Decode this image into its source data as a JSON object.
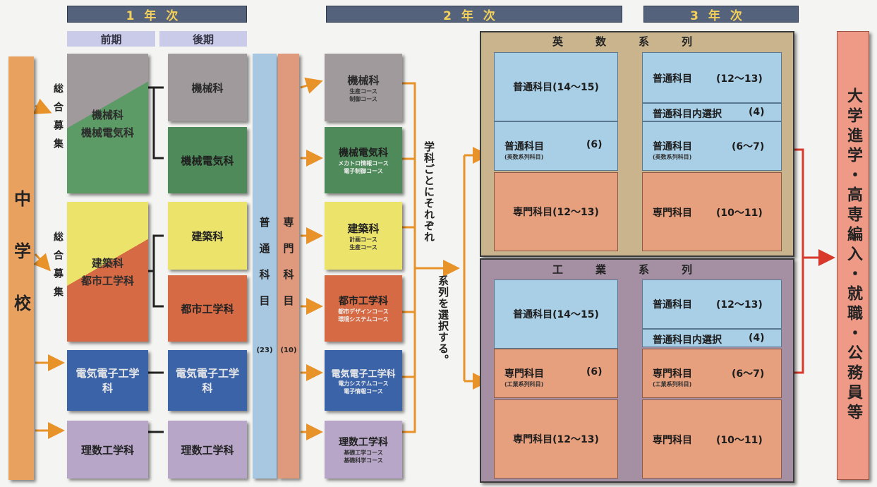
{
  "headers": {
    "year1": "1年次",
    "year2": "2年次",
    "year3": "3年次",
    "term1": "前期",
    "term2": "後期"
  },
  "left": {
    "junior_high": "中学校"
  },
  "general_recruit": {
    "label": "総合募集"
  },
  "year1_first": {
    "mech_group": {
      "line1": "機械科",
      "line2": "機械電気科"
    },
    "arch_group": {
      "line1": "建築科",
      "line2": "都市工学科"
    },
    "elec": "電気電子工学科",
    "math": "理数工学科"
  },
  "year1_second": {
    "mech": "機械科",
    "mech_elec": "機械電気科",
    "arch": "建築科",
    "civil": "都市工学科",
    "elec": "電気電子工学科",
    "math": "理数工学科"
  },
  "subjects": {
    "general": "普通科目",
    "general_count": "(23)",
    "special": "専門科目",
    "special_count": "(10)"
  },
  "year2": [
    {
      "name": "機械科",
      "c1": "生産コース",
      "c2": "制御コース"
    },
    {
      "name": "機械電気科",
      "c1": "メカトロ情報コース",
      "c2": "電子制御コース"
    },
    {
      "name": "建築科",
      "c1": "計画コース",
      "c2": "生産コース"
    },
    {
      "name": "都市工学科",
      "c1": "都市デザインコース",
      "c2": "環境システムコース"
    },
    {
      "name": "電気電子工学科",
      "c1": "電力システムコース",
      "c2": "電子情報コース"
    },
    {
      "name": "理数工学科",
      "c1": "基礎工学コース",
      "c2": "基礎科学コース"
    }
  ],
  "choose_text": {
    "col1": "学科ごとにそれぞれ",
    "col2": "系列を選択する。"
  },
  "eisu": {
    "title": "英数系列",
    "y2": [
      {
        "label": "普通科目(14～15)"
      },
      {
        "label": "普通科目",
        "count": "(6)",
        "note": "(英数系列科目)"
      },
      {
        "label": "専門科目(12～13)"
      }
    ],
    "y3": [
      {
        "label": "普通科目",
        "count": "(12～13)"
      },
      {
        "label": "普通科目内選択",
        "count": "(4)"
      },
      {
        "label": "普通科目",
        "count": "(6～7)",
        "note": "(英数系列科目)"
      },
      {
        "label": "専門科目",
        "count": "(10～11)"
      }
    ]
  },
  "kogyo": {
    "title": "工業系列",
    "y2": [
      {
        "label": "普通科目(14～15)"
      },
      {
        "label": "専門科目",
        "count": "(6)",
        "note": "(工業系列科目)"
      },
      {
        "label": "専門科目(12～13)"
      }
    ],
    "y3": [
      {
        "label": "普通科目",
        "count": "(12～13)"
      },
      {
        "label": "普通科目内選択",
        "count": "(4)"
      },
      {
        "label": "専門科目",
        "count": "(6～7)",
        "note": "(工業系列科目)"
      },
      {
        "label": "専門科目",
        "count": "(10～11)"
      }
    ]
  },
  "outcome": "大学進学・高専編入・就職・公務員等",
  "colors": {
    "orange_arrow": "#e8922a",
    "red_arrow": "#d8392a",
    "eisu_bg": "#c9b48d",
    "kogyo_bg": "#a48fa3"
  }
}
